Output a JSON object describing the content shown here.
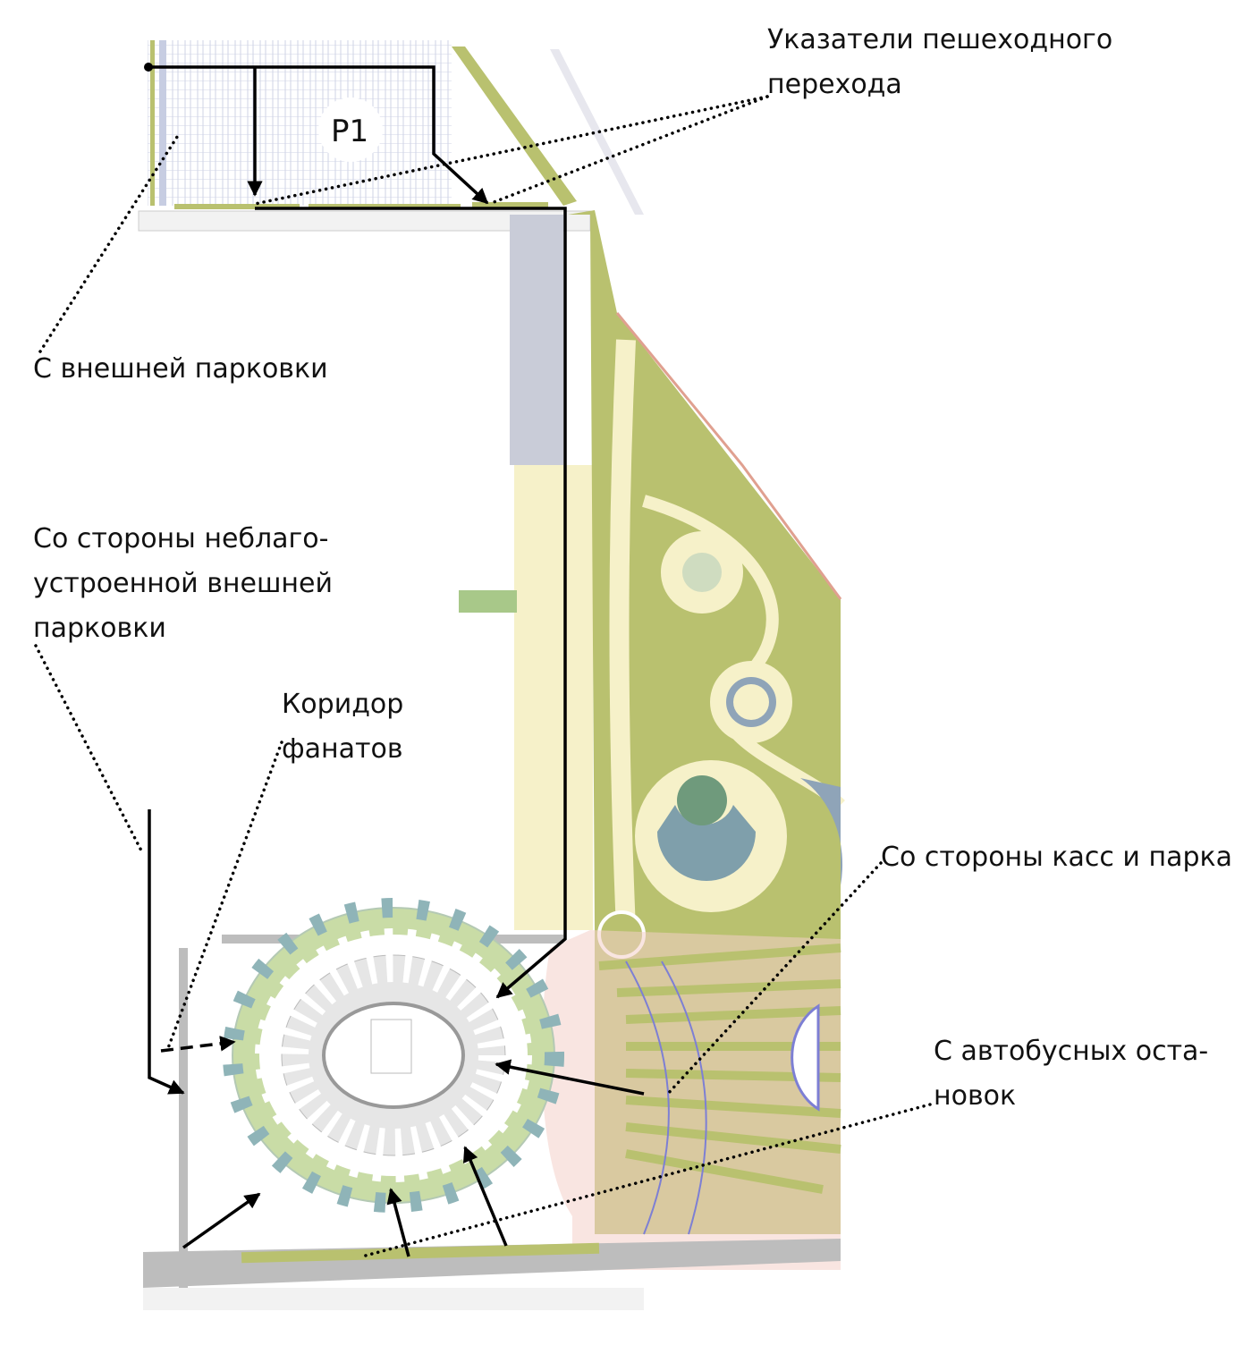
{
  "map": {
    "parking_label": "P1",
    "colors": {
      "park_green": "#b9c16f",
      "cream": "#f6f1c9",
      "road_grey": "#bdbdbd",
      "stand_green": "#c9dca6",
      "stand_teal": "#8fb4b8",
      "pink_zone": "#f4cfc8",
      "route": "#000000"
    }
  },
  "labels": {
    "crossing_signs": [
      "Указатели пешеходного",
      "перехода"
    ],
    "from_external_parking": "С внешней парковки",
    "from_unimproved_parking": [
      "Со стороны неблаго-",
      "устроенной внешней",
      "парковки"
    ],
    "fan_corridor": [
      "Коридор",
      "фанатов"
    ],
    "from_ticket_offices_park": "Со стороны касс и парка",
    "from_bus_stops": [
      "С автобусных оста-",
      "новок"
    ]
  }
}
